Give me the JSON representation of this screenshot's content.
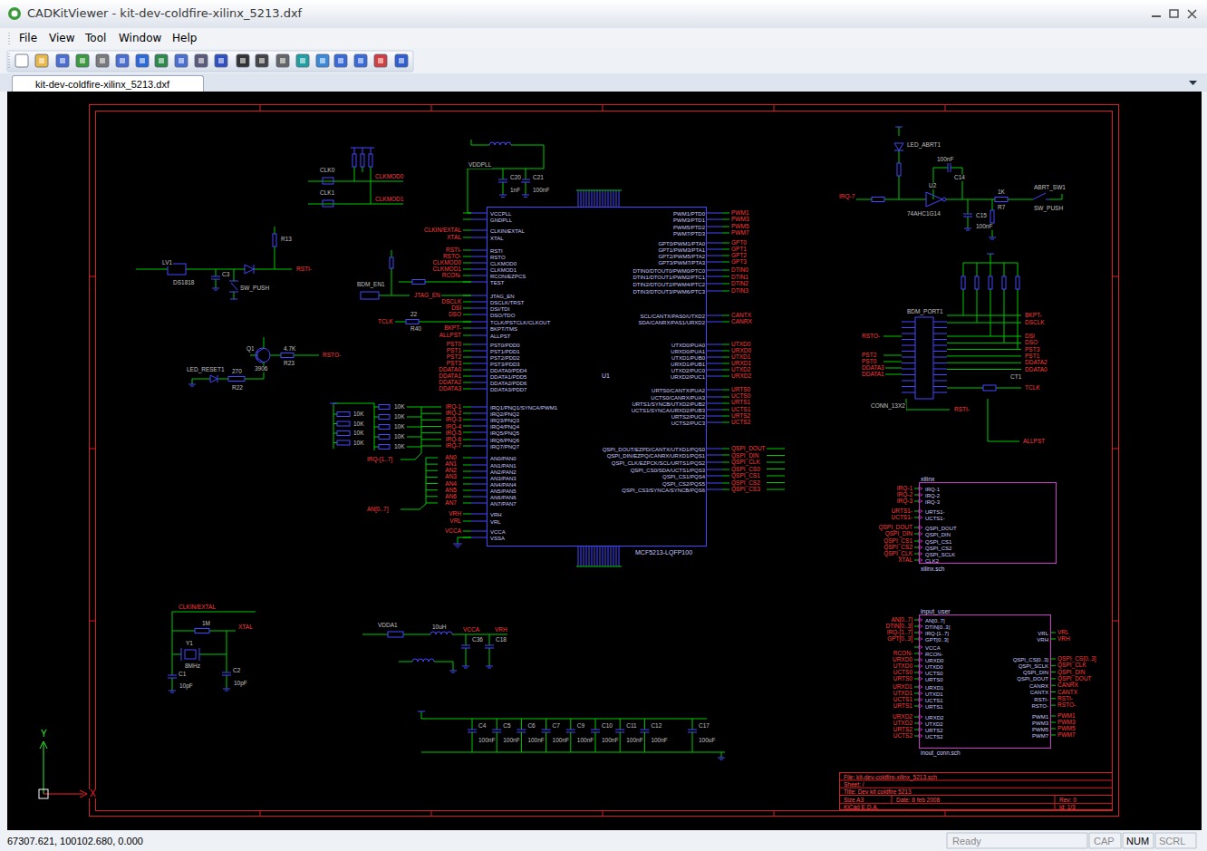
{
  "diagram": {
    "title": "CADKitViewer - kit-dev-coldfire-xilinx_5213.dxf",
    "nodes": [
      {
        "text": [
          "File",
          "View",
          "Tool",
          "Window",
          "Help"
        ]
      },
      {
        "text": [
          "kit-dev-coldfire-xilinx_5213.dxf"
        ]
      },
      {
        "text": [
          "U1",
          "MCF5213-LQFP100",
          "VCCPLL",
          "GNDPLL",
          "CLKIN/EXTAL",
          "XTAL",
          "RSTI",
          "RSTO",
          "CLKMOD0",
          "CLKMOD1",
          "RCON/EZPCS",
          "TEST",
          "JTAG_EN",
          "DSCLK/TRST",
          "DSI/TDI",
          "DSO/TDO",
          "TCLK/PSTCLK/CLKOUT",
          "BKPT/TMS",
          "ALLPST",
          "PST0/PDD0",
          "PST1/PDD1",
          "PST2/PDD2",
          "PST3/PDD3",
          "DDATA0/PDD4",
          "DDATA1/PDD5",
          "DDATA2/PDD6",
          "DDATA3/PDD7",
          "IRQ1/PNQ1/SYNCA/PWM1",
          "IRQ2/PNQ2",
          "IRQ3/PNQ3",
          "IRQ4/PNQ4",
          "IRQ5/PNQ5",
          "IRQ6/PNQ6",
          "IRQ7/PNQ7",
          "AN0/PAN0",
          "AN1/PAN1",
          "AN2/PAN2",
          "AN3/PAN3",
          "AN4/PAN4",
          "AN5/PAN5",
          "AN6/PAN6",
          "AN7/PAN7",
          "VRH",
          "VRL",
          "VCCA",
          "VSSA",
          "PWM1/PTD0",
          "PWM3/PTD1",
          "PWM5/PTD2",
          "PWM7/PTD3",
          "GPT0/PWM1/PTA0",
          "GPT1/PWM3/PTA1",
          "GPT2/PWM5/PTA2",
          "GPT3/PWM7/PTA3",
          "DTIN0/DTOUT0/PWM0/PTC0",
          "DTIN1/DTOUT1/PWM2/PTC1",
          "DTIN2/DTOUT2/PWM4/PTC2",
          "DTIN3/DTOUT3/PWM6/PTC3",
          "SCL/CANTX/PAS0/UTXD2",
          "SDA/CANRX/PAS1/URXD2",
          "UTXD0/PUA0",
          "URXD0/PUA1",
          "UTXD1/PUB0",
          "URXD1/PUB1",
          "UTXD2/PUC0",
          "URXD2/PUC1",
          "URTS0/CANTX/PUA2",
          "UCTS0/CANRX/PUA3",
          "URTS1/SYNCB/UTXD2/PUB2",
          "UCTS1/SYNCA/URXD2/PUB3",
          "URTS2/PUC2",
          "UCTS2/PUC3",
          "QSPI_DOUT/EZPD/CANTX/UTXD1/PQS0",
          "QSPI_DIN/EZPQ/CANRX/URXD1/PQS1",
          "QSPI_CLK/EZPCK/SCL/URTS1/PQS2",
          "QSPI_CS0/SDA/UCTS1/PQS3",
          "QSPI_CS1/PQS4",
          "QSPI_CS2/PQS5",
          "QSPI_CS3/SYNCA/SYNCB/PQS6"
        ]
      },
      {
        "text": [
          "xilinx",
          "IRQ-1",
          "IRQ-2",
          "IRQ-3",
          "URTS1-",
          "UCTS1-",
          "QSPI_DOUT",
          "QSPI_DIN",
          "QSPI_CS1",
          "QSPI_CS2",
          "QSPI_SCLK",
          "CLK2",
          "xilinx.sch"
        ]
      },
      {
        "text": [
          "input_user",
          "AN[0..7]",
          "DTIN[0..3]",
          "IRQ-[1..7]",
          "GPT[0..3]",
          "VCCA",
          "RCON-",
          "URXD0",
          "UTXD0",
          "UCTS0",
          "URTS0",
          "URXD1",
          "UTXD1",
          "UCTS1",
          "URTS1",
          "URXD2",
          "UTXD2",
          "URTS2",
          "UCTS2",
          "VRL",
          "VRH",
          "QSPI_CS[0..3]",
          "QSPI_SCLK",
          "QSPI_DIN",
          "QSPI_DOUT",
          "CANRX",
          "CANTX",
          "RSTI-",
          "RSTO-",
          "PWM1",
          "PWM3",
          "PWM5",
          "PWM7",
          "inout_conn.sch"
        ]
      },
      {
        "text": [
          "File: kit-dev-coldfire-xilinx_5213.sch",
          "Sheet: /",
          "Title: Dev kit coldfire 5213",
          "Size A3",
          "Date: 8 feb 2008",
          "Rev: 0",
          "KiCad E.D.A.",
          "id: 1/3"
        ]
      },
      {
        "text": [
          "67307.621, 100102.680, 0.000",
          "Ready",
          "CAP",
          "NUM",
          "SCRL"
        ]
      }
    ],
    "labels": [
      "CLK0",
      "CLK1",
      "CLKMOD0",
      "CLKMOD1",
      "VDDPLL",
      "C20",
      "C21",
      "1nF",
      "100nF",
      "LV1",
      "DS1818",
      "C3",
      "SW_PUSH",
      "RSTI-",
      "R13",
      "Q1",
      "3906",
      "4.7K",
      "R23",
      "RSTO-",
      "LED_RESET1",
      "270",
      "R22",
      "BDM_EN1",
      "JTAG_EN",
      "TCLK",
      "22",
      "R40",
      "CLKIN/EXTAL",
      "XTAL",
      "RSTI-",
      "RSTO-",
      "CLKMOD0",
      "CLKMOD1",
      "RCON-",
      "DSCLK",
      "DSI",
      "DSO",
      "BKPT-",
      "ALLPST",
      "PST0",
      "PST1",
      "PST2",
      "PST3",
      "DDATA0",
      "DDATA1",
      "DDATA2",
      "DDATA3",
      "IRQ-1",
      "IRQ-2",
      "IRQ-3",
      "IRQ-4",
      "IRQ-5",
      "IRQ-6",
      "IRQ-7",
      "IRQ-[1..7]",
      "AN0",
      "AN1",
      "AN2",
      "AN3",
      "AN4",
      "AN5",
      "AN6",
      "AN7",
      "AN[0..7]",
      "VRH",
      "VRL",
      "VCCA",
      "10K",
      "10K",
      "10K",
      "10K",
      "10K",
      "10K",
      "10K",
      "10K",
      "10K",
      "PWM1",
      "PWM3",
      "PWM5",
      "PWM7",
      "GPT0",
      "GPT1",
      "GPT2",
      "GPT3",
      "DTIN0",
      "DTIN1",
      "DTIN2",
      "DTIN3",
      "CANTX",
      "CANRX",
      "UTXD0",
      "URXD0",
      "UTXD1",
      "URXD1",
      "UTXD2",
      "URXD2",
      "URTS0",
      "UCTS0",
      "URTS1",
      "UCTS1",
      "URTS2",
      "UCTS2",
      "QSPI_DOUT",
      "QSPI_DIN",
      "QSPI_CLK",
      "QSPI_CS0",
      "QSPI_CS1",
      "QSPI_CS2",
      "QSPI_CS3",
      "IRQ-7",
      "U2",
      "74AHC1G14",
      "1K",
      "R7",
      "ABRT_SW1",
      "SW_PUSH",
      "LED_ABRT1",
      "100nF",
      "C14",
      "C15",
      "100nF",
      "BDM_PORT1",
      "BKPT-",
      "DSCLK",
      "DSI",
      "DSO",
      "PST3",
      "PST1",
      "DDATA2",
      "DDATA0",
      "RSTO-",
      "PST2",
      "PST0",
      "DDATA3",
      "DDATA1",
      "CONN_13X2",
      "TCLK",
      "CT1",
      "RSTI-",
      "ALLPST",
      "CLKIN/EXTAL",
      "XTAL",
      "1M",
      "Y1",
      "8MHz",
      "C1",
      "10pF",
      "C2",
      "10pF",
      "VDDA1",
      "10uH",
      "VCCA",
      "VRH",
      "C36",
      "C18",
      "C4",
      "C5",
      "C6",
      "C7",
      "C9",
      "C10",
      "C11",
      "C12",
      "C17",
      "100nF",
      "100nF",
      "100nF",
      "100nF",
      "100nF",
      "100nF",
      "100nF",
      "100nF",
      "100uF",
      "IRQ-1",
      "IRQ-2",
      "IRQ-3",
      "URTS1-",
      "UCTS1-",
      "QSPI_DOUT",
      "QSPI_DIN",
      "QSPI_CS1",
      "QSPI_CS2",
      "QSPI_CLK",
      "XTAL",
      "AN[0..7]",
      "DTIN[0..3]",
      "IRQ-[1..7]",
      "GPT[0..3]",
      "RCON-",
      "URXD0",
      "UTXD0",
      "UCTS0",
      "URTS0",
      "URXD1",
      "UTXD1",
      "UCTS1",
      "URTS1",
      "URXD2",
      "UTXD2",
      "URTS2",
      "UCTS2",
      "VRL",
      "VRH",
      "QSPI_CS[0..3]",
      "QSPI_CLK",
      "QSPI_DIN",
      "QSPI_DOUT",
      "CANRX",
      "CANTX",
      "RSTI-",
      "RSTO-",
      "PWM1",
      "PWM3",
      "PWM5",
      "PWM7",
      "Y",
      "X"
    ]
  }
}
